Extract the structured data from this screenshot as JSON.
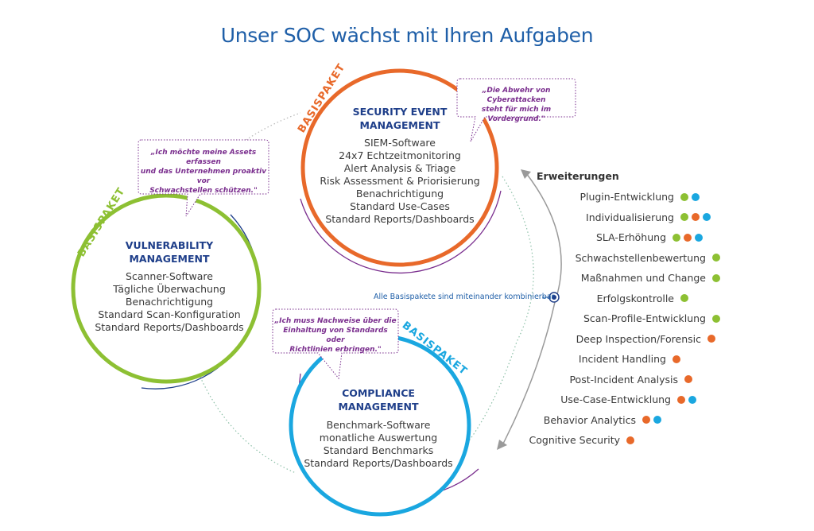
{
  "title": "Unser SOC wächst mit Ihren Aufgaben",
  "colors": {
    "title": "#1f5fa8",
    "orange": "#e8692a",
    "green": "#8dc033",
    "blue": "#1aa7e0",
    "purple": "#7a2e8e",
    "navy": "#1f3f8a"
  },
  "packages": {
    "siem": {
      "badge": "BASISPAKET",
      "title_line1": "SECURITY EVENT",
      "title_line2": "MANAGEMENT",
      "items": [
        "SIEM-Software",
        "24x7 Echtzeitmonitoring",
        "Alert Analysis & Triage",
        "Risk Assessment & Priorisierung",
        "Benachrichtigung",
        "Standard Use-Cases",
        "Standard Reports/Dashboards"
      ],
      "quote_line1": "„Die Abwehr von Cyberattacken",
      "quote_line2": "steht für mich im Vordergrund.\""
    },
    "vuln": {
      "badge": "BASISPAKET",
      "title_line1": "VULNERABILITY",
      "title_line2": "MANAGEMENT",
      "items": [
        "Scanner-Software",
        "Tägliche Überwachung",
        "Benachrichtigung",
        "Standard Scan-Konfiguration",
        "Standard Reports/Dashboards"
      ],
      "quote_line1": "„Ich möchte meine Assets erfassen",
      "quote_line2": "und das Unternehmen proaktiv vor",
      "quote_line3": "Schwachstellen schützen.\""
    },
    "compliance": {
      "badge": "BASISPAKET",
      "title_line1": "COMPLIANCE",
      "title_line2": "MANAGEMENT",
      "items": [
        "Benchmark-Software",
        "monatliche Auswertung",
        "Standard Benchmarks",
        "Standard Reports/Dashboards"
      ],
      "quote_line1": "„Ich muss Nachweise über die",
      "quote_line2": "Einhaltung von Standards oder",
      "quote_line3": "Richtlinien erbringen.\""
    }
  },
  "combine_label": "Alle Basispakete sind miteinander kombinierbar",
  "extensions": {
    "title": "Erweiterungen",
    "items": [
      {
        "label": "Plugin-Entwicklung",
        "dots": [
          "green",
          "blue"
        ]
      },
      {
        "label": "Individualisierung",
        "dots": [
          "green",
          "orange",
          "blue"
        ]
      },
      {
        "label": "SLA-Erhöhung",
        "dots": [
          "green",
          "orange",
          "blue"
        ]
      },
      {
        "label": "Schwachstellenbewertung",
        "dots": [
          "green"
        ]
      },
      {
        "label": "Maßnahmen und Change",
        "dots": [
          "green"
        ]
      },
      {
        "label": "Erfolgskontrolle",
        "dots": [
          "green"
        ]
      },
      {
        "label": "Scan-Profile-Entwicklung",
        "dots": [
          "green"
        ]
      },
      {
        "label": "Deep Inspection/Forensic",
        "dots": [
          "orange"
        ]
      },
      {
        "label": "Incident Handling",
        "dots": [
          "orange"
        ]
      },
      {
        "label": "Post-Incident Analysis",
        "dots": [
          "orange"
        ]
      },
      {
        "label": "Use-Case-Entwicklung",
        "dots": [
          "orange",
          "blue"
        ]
      },
      {
        "label": "Behavior Analytics",
        "dots": [
          "orange",
          "blue"
        ]
      },
      {
        "label": "Cognitive Security",
        "dots": [
          "orange"
        ]
      }
    ]
  }
}
